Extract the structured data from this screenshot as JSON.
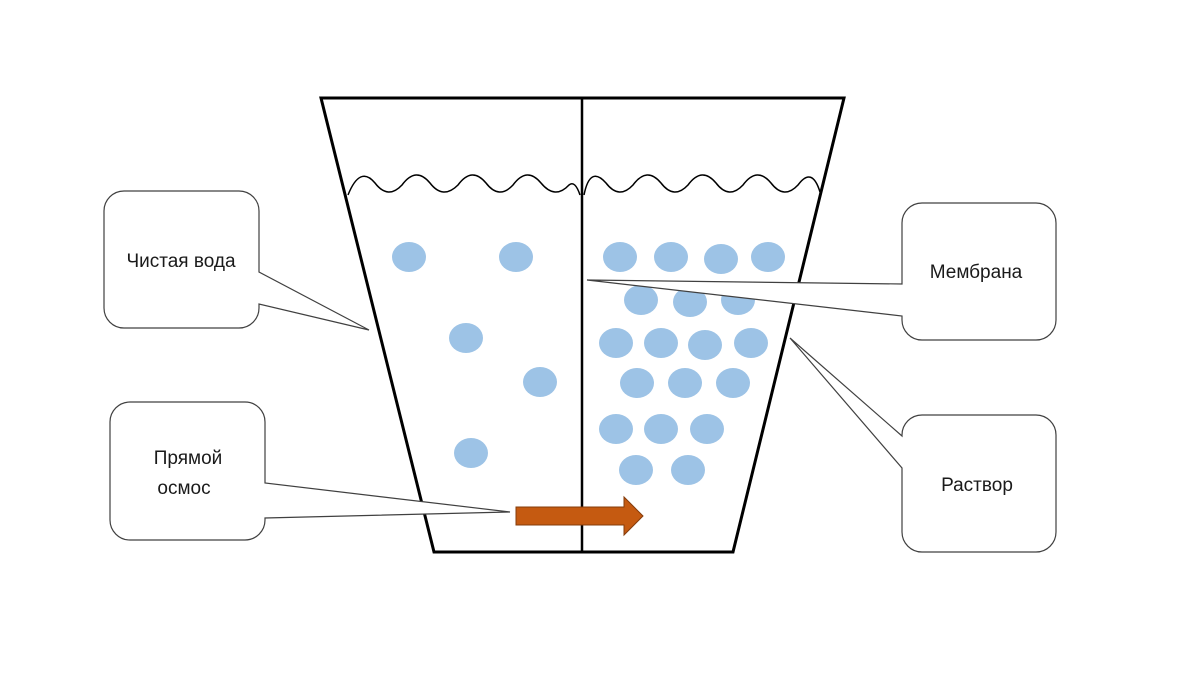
{
  "labels": {
    "pure_water": "Чистая вода",
    "membrane": "Мембрана",
    "forward_osmosis_line1": "Прямой",
    "forward_osmosis_line2": "осмос",
    "solution": "Раствор"
  },
  "colors": {
    "particle": "#9DC3E6",
    "arrow_fill": "#C55A11",
    "arrow_stroke": "#843C0C",
    "outline": "#000000",
    "callout_border": "#404040"
  }
}
